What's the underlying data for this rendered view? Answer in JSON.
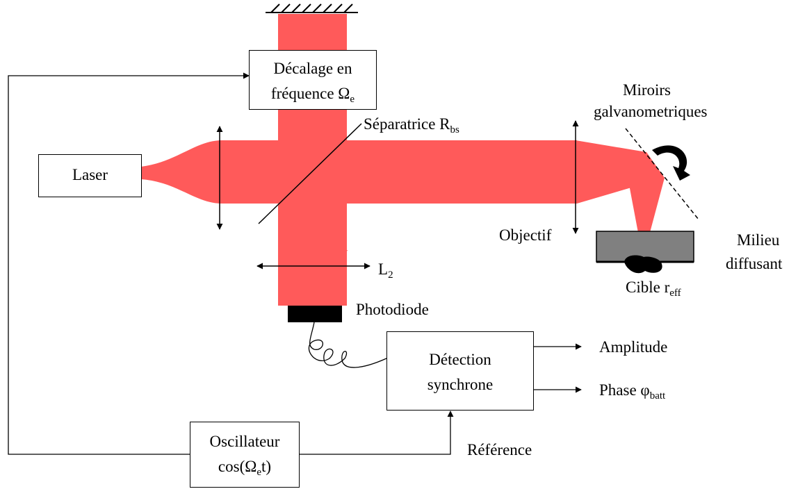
{
  "colors": {
    "beam": "#FF5A5A",
    "medium": "#808080",
    "line": "#000000",
    "background": "#FFFFFF"
  },
  "boxes": {
    "laser": {
      "text": "Laser"
    },
    "shifter": {
      "line1": "Décalage en",
      "line2": "fréquence Ω",
      "line2_sub": "e"
    },
    "detector": {
      "line1": "Détection",
      "line2": "synchrone"
    },
    "oscillator": {
      "line1": "Oscillateur",
      "line2_pre": "cos(Ω",
      "line2_sub": "e",
      "line2_post": "t)"
    }
  },
  "labels": {
    "beamsplitter": {
      "text": "Séparatrice R",
      "sub": "bs"
    },
    "mirrors_1": "Miroirs",
    "mirrors_2": "galvanometriques",
    "objective": "Objectif",
    "medium_1": "Milieu",
    "medium_2": "diffusant",
    "target": {
      "text": "Cible r",
      "sub": "eff"
    },
    "lens2": {
      "text": "L",
      "sub": "2"
    },
    "photodiode": "Photodiode",
    "amplitude": "Amplitude",
    "phase": {
      "text": "Phase φ",
      "sub": "batt"
    },
    "reference": "Référence"
  }
}
